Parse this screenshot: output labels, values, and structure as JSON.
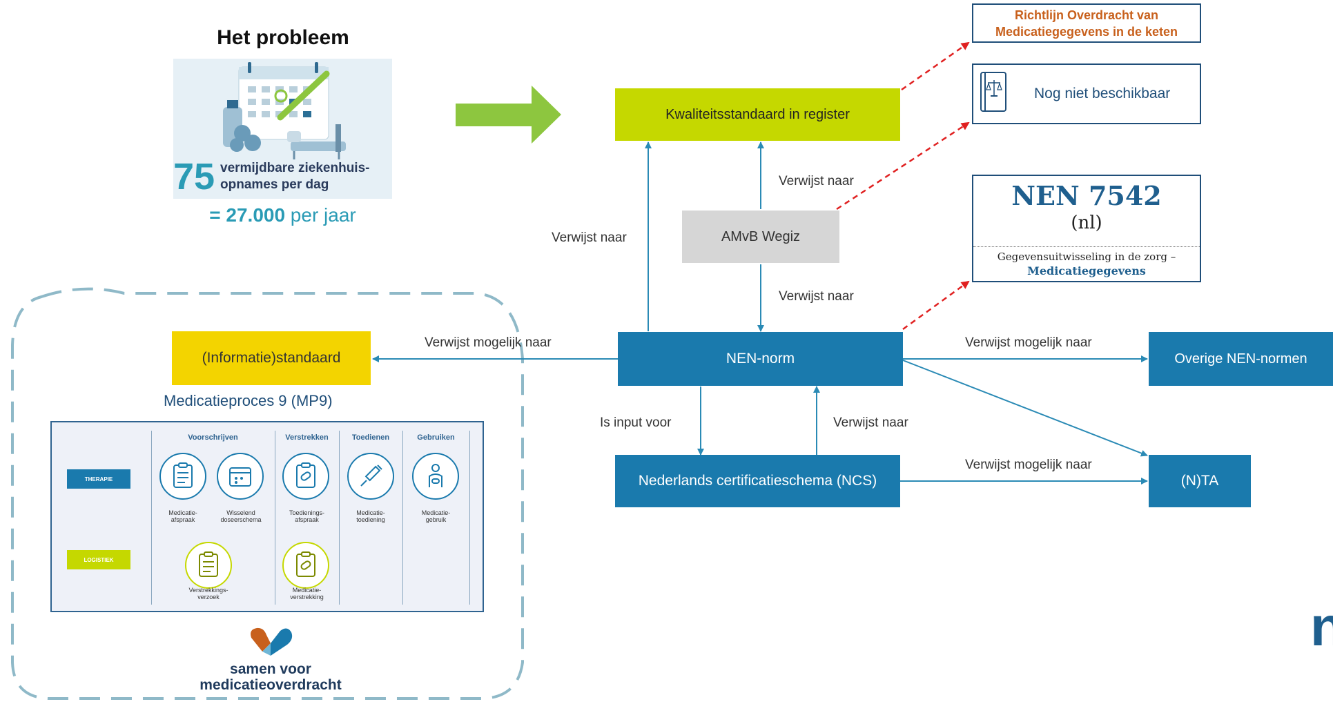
{
  "problem": {
    "title": "Het probleem",
    "stat_number": "75",
    "stat_text_1": "vermijdbare ziekenhuis-",
    "stat_text_2": "opnames per dag",
    "year_prefix": "= ",
    "year_number": "27.000",
    "year_suffix": " per jaar"
  },
  "nodes": {
    "kwaliteit": "Kwaliteitsstandaard in register",
    "amvb": "AMvB Wegiz",
    "nen_norm": "NEN-norm",
    "informatie": "(Informatie)standaard",
    "overige": "Overige NEN-normen",
    "ncs": "Nederlands certificatieschema (NCS)",
    "nta": "(N)TA"
  },
  "edge_labels": {
    "verwijst_left": "Verwijst naar",
    "verwijst_amvb_top": "Verwijst naar",
    "verwijst_amvb_bottom": "Verwijst naar",
    "mogelijk_left": "Verwijst mogelijk naar",
    "mogelijk_right": "Verwijst mogelijk naar",
    "input": "Is input voor",
    "verwijst_ncs": "Verwijst naar",
    "mogelijk_ncs": "Verwijst mogelijk naar"
  },
  "richtlijn": {
    "line1": "Richtlijn Overdracht van",
    "line2": "Medicatiegegevens in de keten"
  },
  "niet_beschikbaar": "Nog niet beschikbaar",
  "nen7542": {
    "title": "NEN 7542",
    "sub": "(nl)",
    "desc": "Gegevensuitwisseling in de zorg –",
    "desc_bold": "Medicatiegegevens"
  },
  "mp9": {
    "caption": "Medicatieproces 9 (MP9)",
    "columns": [
      "Voorschrijven",
      "Verstrekken",
      "Toedienen",
      "Gebruiken"
    ],
    "rows": [
      "THERAPIE",
      "LOGISTIEK"
    ],
    "items": [
      {
        "label1": "Medicatie-",
        "label2": "afspraak"
      },
      {
        "label1": "Wisselend",
        "label2": "doseerschema"
      },
      {
        "label1": "Toedienings-",
        "label2": "afspraak"
      },
      {
        "label1": "Medicatie-",
        "label2": "toediening"
      },
      {
        "label1": "Medicatie-",
        "label2": "gebruik"
      },
      {
        "label1": "Verstrekkings-",
        "label2": "verzoek"
      },
      {
        "label1": "Medicatie-",
        "label2": "verstrekking"
      }
    ]
  },
  "logo": {
    "line1": "samen voor",
    "line2": "medicatieoverdracht"
  },
  "edge_glyph": "n",
  "colors": {
    "blue": "#1a7aad",
    "lime": "#c5d800",
    "yellow": "#f3d400",
    "grey": "#d6d6d6",
    "teal": "#2a9bb5",
    "orange": "#c8601c",
    "red_dash": "#e02020",
    "green_arrow": "#8dc63f"
  }
}
